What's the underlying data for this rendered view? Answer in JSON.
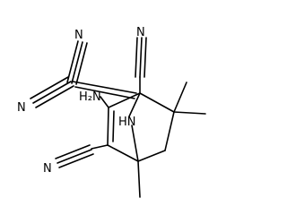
{
  "diagram": {
    "type": "chemical-structure",
    "atom_labels": {
      "n1": "N",
      "n2": "N",
      "n3": "N",
      "n4": "N",
      "nh2": "H₂N",
      "nh": "HN"
    },
    "colors": {
      "bond": "#000000",
      "text": "#000000",
      "background": "#ffffff"
    }
  }
}
